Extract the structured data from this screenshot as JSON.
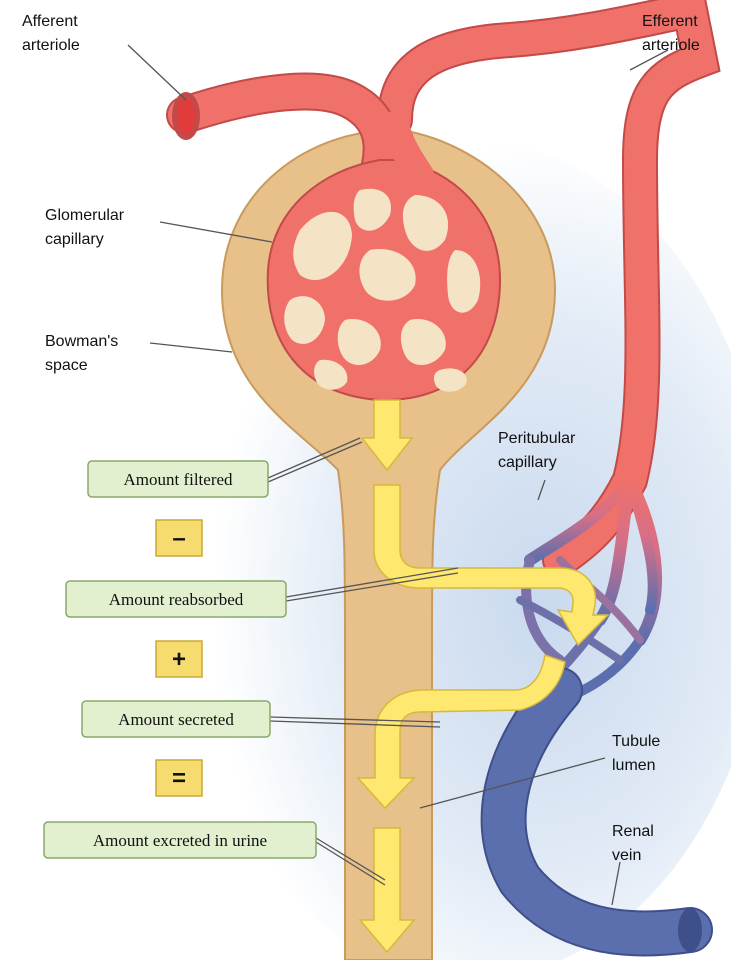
{
  "labels": {
    "afferent_1": "Afferent",
    "afferent_2": "arteriole",
    "efferent_1": "Efferent",
    "efferent_2": "arteriole",
    "glomerular_1": "Glomerular",
    "glomerular_2": "capillary",
    "bowmans_1": "Bowman's",
    "bowmans_2": "space",
    "peritubular_1": "Peritubular",
    "peritubular_2": "capillary",
    "tubule_1": "Tubule",
    "tubule_2": "lumen",
    "renal_1": "Renal",
    "renal_2": "vein"
  },
  "boxes": {
    "filtered": "Amount filtered",
    "reabsorbed": "Amount reabsorbed",
    "secreted": "Amount secreted",
    "excreted": "Amount excreted in urine"
  },
  "operators": {
    "minus": "–",
    "plus": "+",
    "equals": "="
  },
  "colors": {
    "artery_red": "#f0706a",
    "vein_blue": "#5b6fae",
    "tubule_tan": "#e8c08a",
    "arrow_yellow": "#ffe870",
    "box_green": "#e3f0cf",
    "operator_yellow": "#f6dc6e"
  }
}
